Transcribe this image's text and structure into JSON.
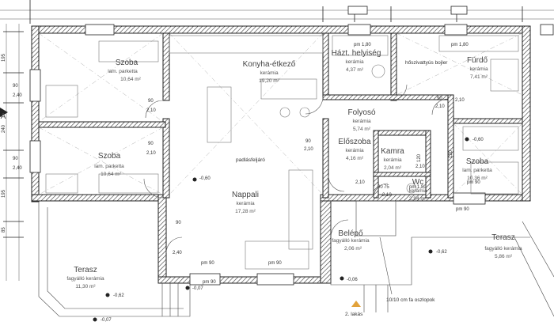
{
  "rooms": [
    {
      "name": "Szoba",
      "finish": "lam. parketta",
      "area": "10,64 m²"
    },
    {
      "name": "Konyha-étkező",
      "finish": "kerámia",
      "area": "19,20 m²"
    },
    {
      "name": "Házt. helyiség",
      "finish": "kerámia",
      "area": "4,37 m²"
    },
    {
      "name": "Fürdő",
      "finish": "kerámia",
      "area": "7,41 m²"
    },
    {
      "name": "Szoba",
      "finish": "lam. parketta",
      "area": "10,64 m²"
    },
    {
      "name": "Folyosó",
      "finish": "kerámia",
      "area": "5,74 m²"
    },
    {
      "name": "Előszoba",
      "finish": "kerámia",
      "area": "4,16 m²"
    },
    {
      "name": "Kamra",
      "finish": "kerámia",
      "area": "2,04 m²"
    },
    {
      "name": "Wc",
      "finish": "kerámia",
      "area": "2,94 m²"
    },
    {
      "name": "Szoba",
      "finish": "lam. parketta",
      "area": "10,36 m²"
    },
    {
      "name": "Nappali",
      "finish": "kerámia",
      "area": "17,28 m²"
    },
    {
      "name": "Terasz",
      "finish": "fagyálló kerámia",
      "area": "11,30 m²"
    },
    {
      "name": "Belépő",
      "finish": "fagyálló kerámia",
      "area": "2,06 m²"
    },
    {
      "name": "Terasz",
      "finish": "fagyálló kerámia",
      "area": "5,86 m²"
    }
  ],
  "labels": {
    "boiler": "hőszivattyús bojler",
    "attic": "padlásfeljáró",
    "posts": "10/10 cm fa oszlopok",
    "unit": "2. lakás",
    "section": "A"
  },
  "levels": {
    "l060a": "-0,60",
    "l060b": "-0,60",
    "l062a": "-0,62",
    "l062b": "-0,62",
    "l007a": "-0,07",
    "l007b": "-0,07",
    "l006": "-0,06"
  },
  "door_dims": {
    "d1t": "90",
    "d1b": "2,10",
    "d2t": "90",
    "d2b": "2,10",
    "d3t": "90",
    "d3b": "2,10",
    "d4t": "90",
    "d4b": "2,10",
    "d5t": "75",
    "d5b": "2,10",
    "d6t": "90",
    "d6b": "2,40",
    "d7t": "90",
    "d7b": "2,10",
    "d8t": "120",
    "d8b": "2,10",
    "d9t": "120",
    "d9b": "2,10"
  },
  "window_dims": {
    "w1": "pm 1,80",
    "w2": "pm 1,80",
    "w3": "pm 1,80",
    "w4": "pm 90",
    "w5": "pm 90",
    "w6": "pm 90",
    "w7": "pm 90",
    "w8": "pm 90"
  },
  "left_dims": [
    "195",
    "90",
    "2,40",
    "240",
    "90",
    "2,40",
    "195",
    "85"
  ]
}
